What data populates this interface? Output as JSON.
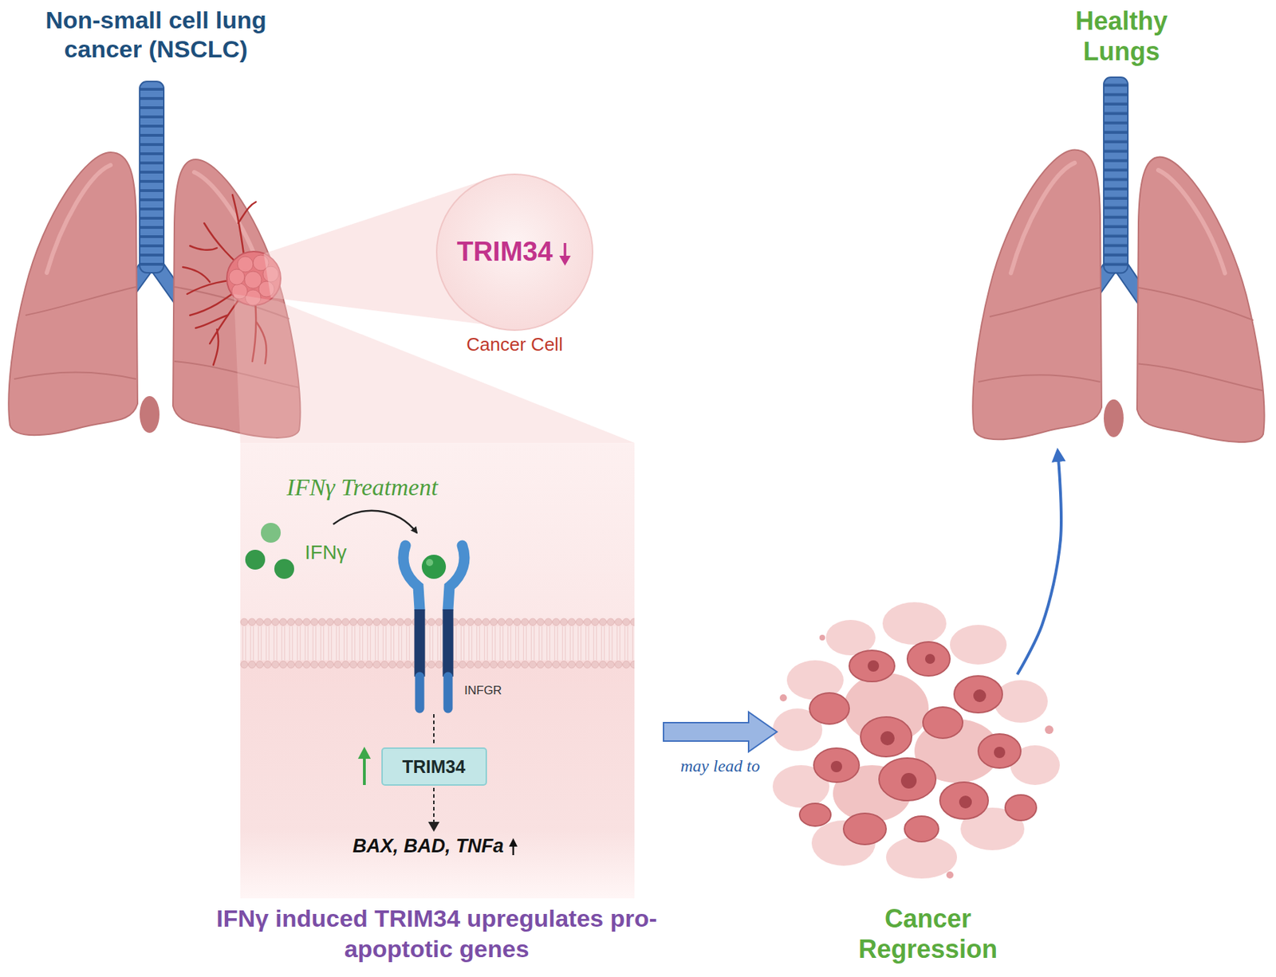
{
  "diagram": {
    "nodes": [
      {
        "text": [
          "Non-small cell lung cancer (NSCLC)"
        ]
      },
      {
        "text": [
          "TRIM34",
          "Cancer Cell"
        ]
      },
      {
        "text": [
          "IFNγ Treatment",
          "IFNγ induced TRIM34 upregulates pro-apoptotic genes"
        ]
      },
      {
        "text": [
          "TRIM34"
        ],
        "in": 2
      },
      {
        "text": [
          "Cancer Regression"
        ]
      },
      {
        "text": [
          "Healthy Lungs"
        ]
      }
    ],
    "edges": [
      {
        "from": 2,
        "to": 4,
        "label": "may lead to",
        "arrow": "to"
      },
      {
        "from": 4,
        "to": 5,
        "arrow": "to"
      }
    ],
    "labels": [
      "IFNγ",
      "INFGR",
      "BAX, BAD, TNFa"
    ]
  }
}
